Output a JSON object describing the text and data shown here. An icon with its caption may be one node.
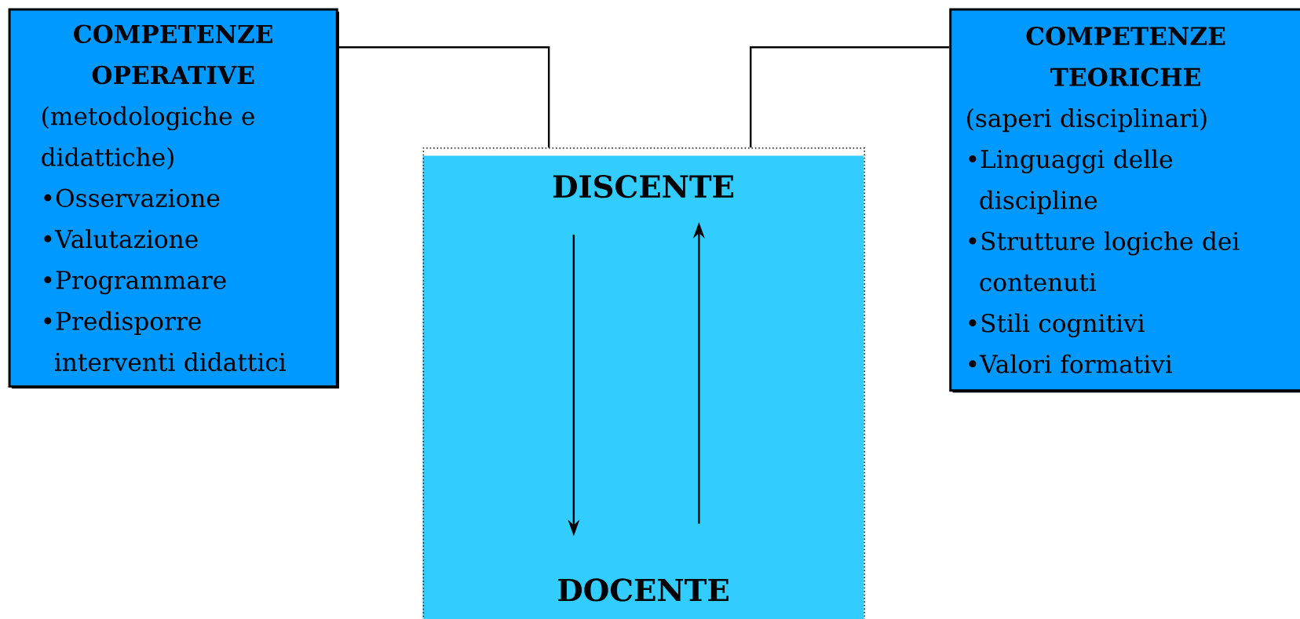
{
  "diagram": {
    "nodes": [
      {
        "text": [
          "COMPETENZE OPERATIVE",
          "(metodologiche e didattiche)",
          "•Osservazione",
          "•Valutazione",
          "•Programmare",
          "•Predisporre interventi didattici"
        ]
      },
      {
        "text": [],
        "shape": "box"
      },
      {
        "text": [
          "DISCENTE"
        ],
        "in": 1
      },
      {
        "text": [
          "DOCENTE"
        ],
        "in": 1
      },
      {
        "text": [
          "COMPETENZE TEORICHE",
          "(saperi disciplinari)",
          "•Linguaggi delle discipline",
          "•Strutture logiche dei contenuti",
          "•Stili cognitivi",
          "•Valori formativi"
        ]
      }
    ],
    "edges": [
      {
        "from": 0,
        "to": 1,
        "arrow": "none"
      },
      {
        "from": 4,
        "to": 1,
        "arrow": "none"
      },
      {
        "from": 2,
        "to": 3,
        "arrow": "to"
      },
      {
        "from": 3,
        "to": 2,
        "arrow": "to"
      }
    ]
  }
}
